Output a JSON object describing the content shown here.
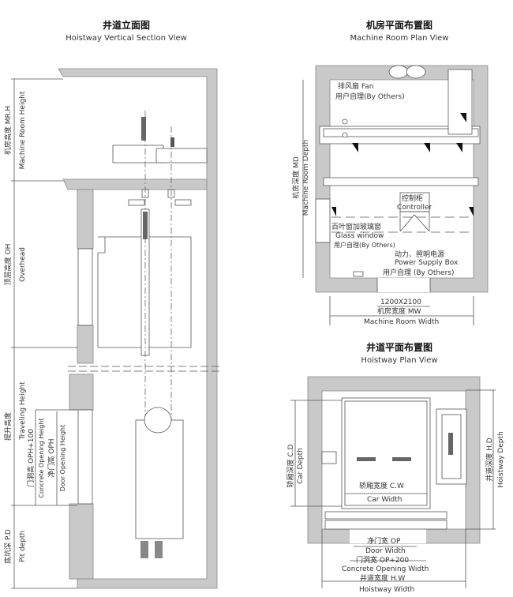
{
  "section_view": {
    "title_cn": "井道立面图",
    "title_en": "Hoistway Vertical Section View",
    "mrh_cn": "机房高度 MR.H",
    "mrh_en": "Machine Room Height",
    "oh_cn": "顶层高度 OH",
    "oh_en": "Overhead",
    "th_cn": "提升高度",
    "th_en": "Traveling Height",
    "coh_cn": "门洞高 OPH+100",
    "coh_en": "Concrete Opening Height",
    "doh_cn": "净门高 OPH",
    "doh_en": "Door Opening Height",
    "pd_cn": "底坑深 P.D",
    "pd_en": "Pit depth"
  },
  "machine_room_plan": {
    "title_cn": "机房平面布置图",
    "title_en": "Machine Room Plan View",
    "fan": "排风扇 Fan",
    "fan_by": "用户自理(By Others)",
    "md_cn": "机房深度 MD",
    "md_en": "Machine Room Depth",
    "controller_cn": "控制柜",
    "controller_en": "Controller",
    "window_cn": "百叶窗加玻璃窗",
    "window_en": "Glass window",
    "window_by": "用户自理(By Others)",
    "power_cn": "动力、照明电源",
    "power_en": "Power Supply Box",
    "power_by": "用户自理 (By Others)",
    "door_size": "1200X2100",
    "mw_cn": "机房宽度 MW",
    "mw_en": "Machine Room Width"
  },
  "hoistway_plan": {
    "title_cn": "井道平面布置图",
    "title_en": "Hoistway Plan View",
    "cd_cn": "轿厢深度 C.D",
    "cd_en": "Car Depth",
    "hd_cn": "井道深度 H.D",
    "hd_en": "Hoistway Depth",
    "cw_cn": "轿厢宽度 C.W",
    "cw_en": "Car Width",
    "op_cn": "净门宽 OP",
    "op_en": "Door Width",
    "cow_cn": "门洞宽 OP+200",
    "cow_en": "Concrete Opening Width",
    "hw_cn": "井道宽度 H.W",
    "hw_en": "Hoistway Width"
  }
}
